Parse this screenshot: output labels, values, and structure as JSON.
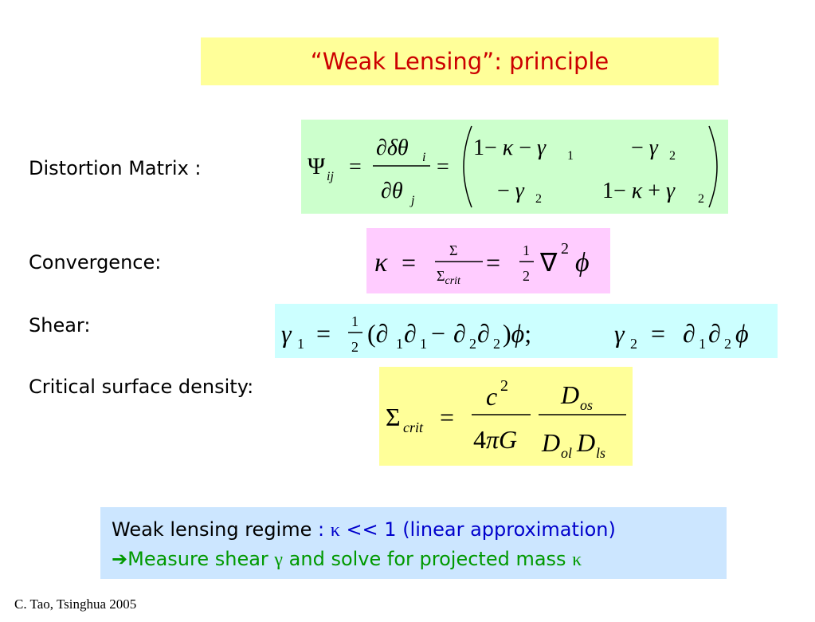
{
  "title": "“Weak Lensing”: principle",
  "labels": {
    "distortion": "Distortion Matrix :",
    "convergence": "Convergence:",
    "shear": "Shear:",
    "critical": "Critical surface density:"
  },
  "note": {
    "line1_lead": "Weak lensing regime",
    "line1_colon": " : ",
    "line1_kappa": "κ",
    "line1_rest": " << 1 (linear approximation)",
    "line2_arrow": "➔",
    "line2_text1": "Measure shear ",
    "line2_gamma": "γ",
    "line2_text2": " and  solve for projected mass ",
    "line2_kappa": "κ"
  },
  "footer": "C. Tao,  Tsinghua 2005",
  "colors": {
    "title_bg": "#ffff99",
    "title_text": "#cc0000",
    "matrix_bg": "#ccffcc",
    "convergence_bg": "#ffccff",
    "shear_bg": "#ccffff",
    "critical_bg": "#ffff99",
    "note_bg": "#cce6ff",
    "note_green": "#009900",
    "note_blue": "#0000cc"
  }
}
